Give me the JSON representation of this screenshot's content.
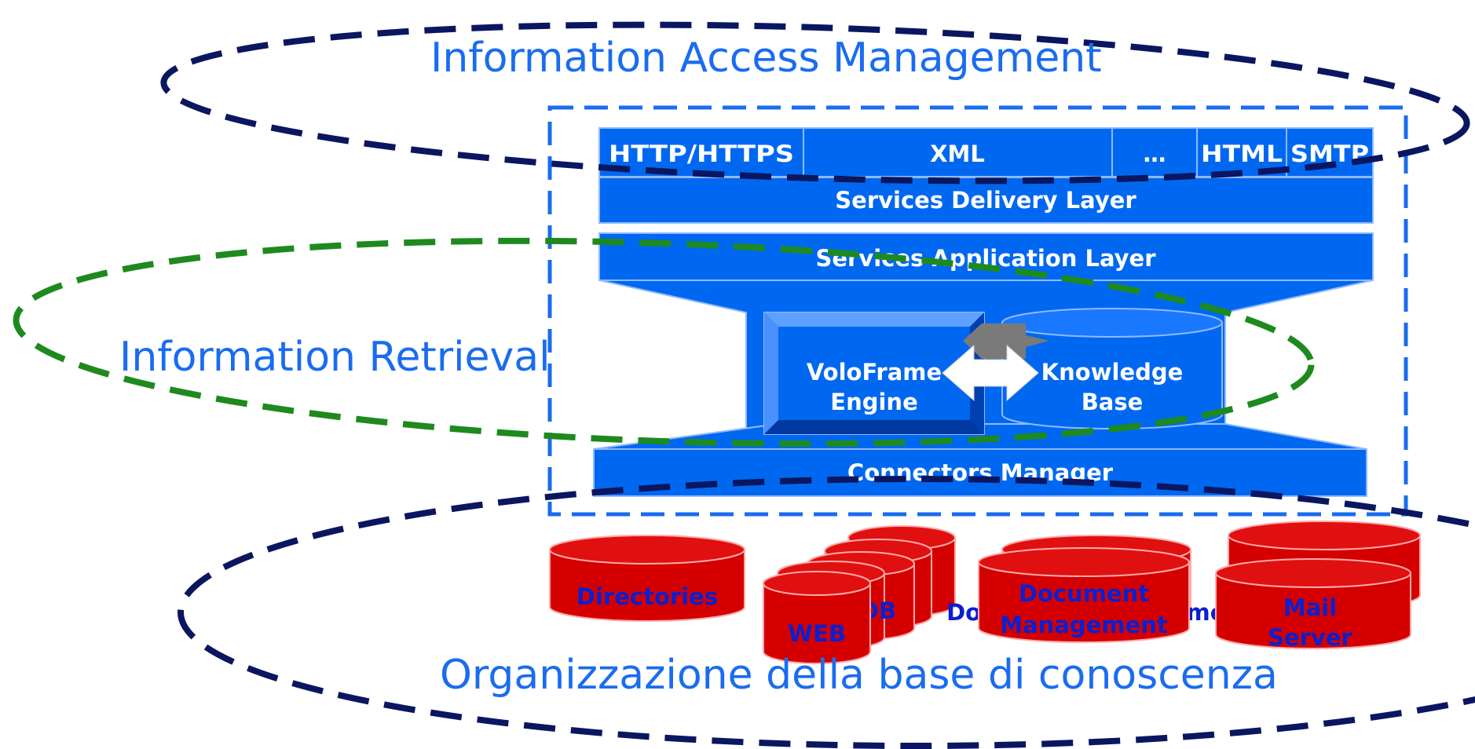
{
  "regions": {
    "access": "Information Access Management",
    "retrieval": "Information Retrieval",
    "organization": "Organizzazione della base di conoscenza"
  },
  "protocols": [
    "HTTP/HTTPS",
    "XML",
    "…",
    "HTML",
    "SMTP"
  ],
  "layers": {
    "delivery": "Services Delivery Layer",
    "application": "Services Application Layer",
    "connectors": "Connectors Manager"
  },
  "core": {
    "engine": [
      "VoloFrame",
      "Engine"
    ],
    "knowledge": [
      "Knowledge",
      "Base"
    ]
  },
  "sources": {
    "directories": "Directories",
    "db": "DB",
    "web": "WEB",
    "document_back": "Document Management",
    "document": [
      "Document",
      "Management"
    ],
    "mail": [
      "Mail",
      "Server"
    ]
  },
  "colors": {
    "layer_blue": "#0068f0",
    "dashed_navy": "#0a1660",
    "dashed_green": "#1e8a1e",
    "container_blue": "#1a6cf0",
    "source_red": "#d40000",
    "label_blue": "#1a6cf0"
  }
}
